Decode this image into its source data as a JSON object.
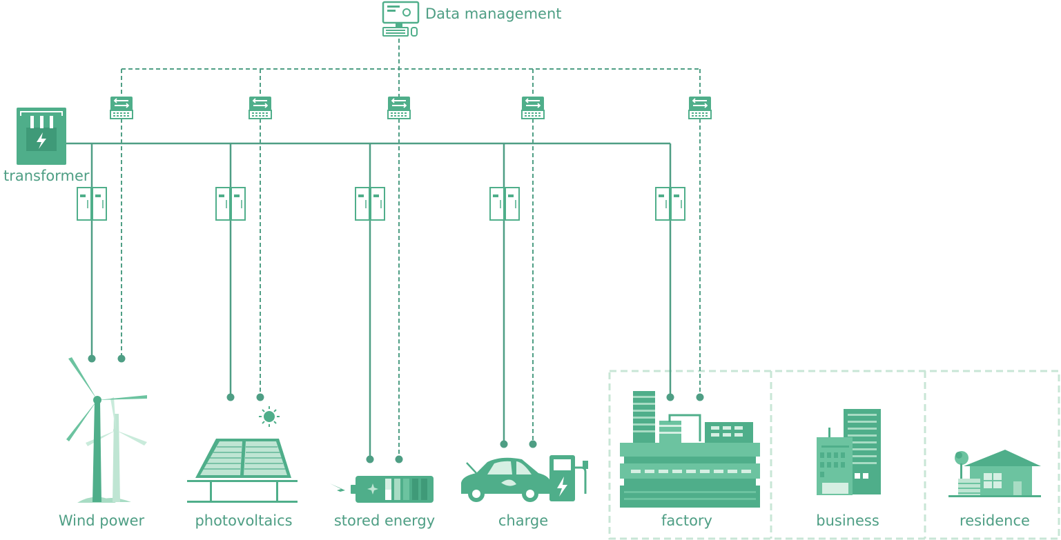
{
  "title": "Data management",
  "transformer_label": "transformer",
  "nodes": {
    "wind": "Wind power",
    "pv": "photovoltaics",
    "storage": "stored energy",
    "charge": "charge",
    "factory": "factory",
    "business": "business",
    "residence": "residence"
  },
  "colors": {
    "primary": "#4fae8a",
    "line": "#4e9e84",
    "light": "#a8dcc4",
    "dashed_box": "#c8e6d6"
  },
  "icons": [
    "computer-icon",
    "network-switch-icon",
    "transformer-icon",
    "breaker-cabinet-icon",
    "wind-turbine-icon",
    "solar-panel-icon",
    "battery-icon",
    "electric-car-icon",
    "charging-pile-icon",
    "factory-icon",
    "office-building-icon",
    "house-icon"
  ]
}
